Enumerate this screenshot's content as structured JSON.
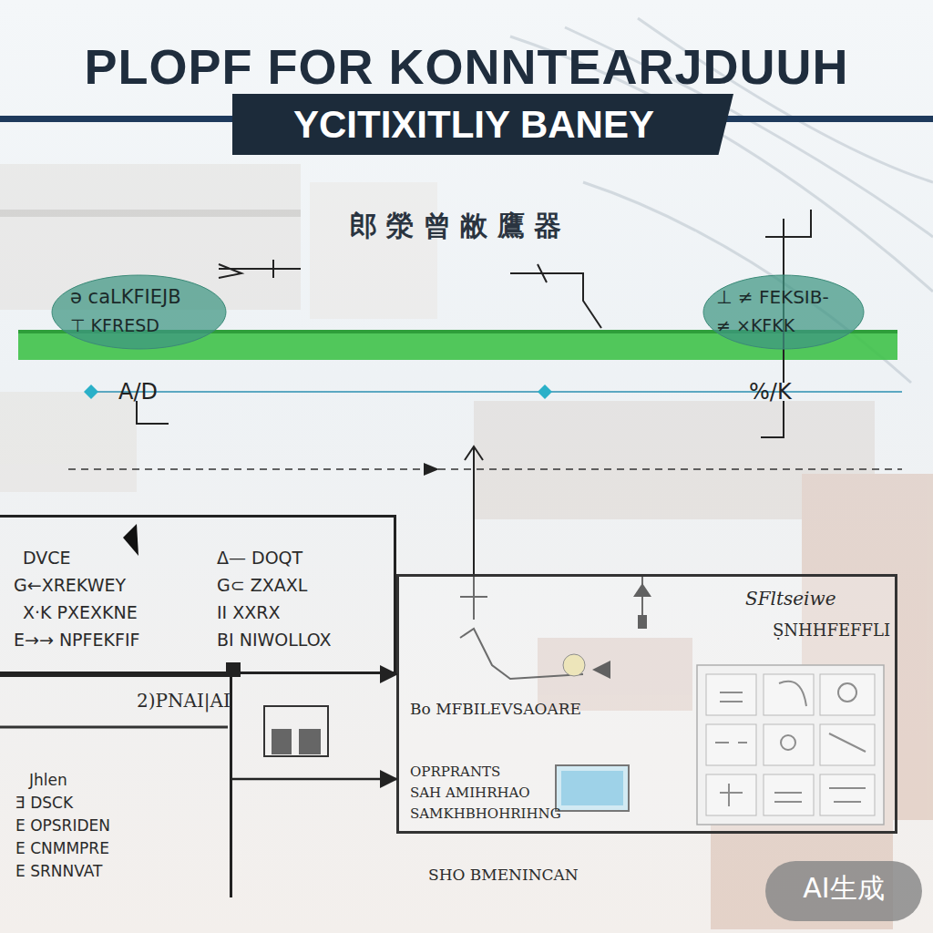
{
  "diagram": {
    "title": "PLOPF FOR KONNTEARJDUUH",
    "nodes": [
      {
        "text": [
          "YCITIXITLIY BANEY"
        ]
      },
      {
        "text": [
          "ǝ caLKFIEJB",
          "⊤ KFRESD"
        ]
      },
      {
        "text": [
          "⊥ ≠ FEKSIB-",
          "≠ ×KFKK"
        ]
      },
      {
        "text": [
          "DVCE",
          "G←XREKWEY",
          "X·K PXEXKNE",
          "E→→ NPFEKFIF",
          "Δ— DOQT",
          "G⊂ ZXAXL",
          "II XXRX",
          "BI NIWOLLOX"
        ]
      },
      {
        "text": [
          "SFltseiwe",
          "ṢNHHFEFFLI",
          "OPRPRANTS",
          "SAH AMIHRHAO",
          "SAMKHBHOHRIHNG"
        ]
      },
      {
        "text": [
          "Jhlen",
          "Ǝ DSCK",
          "E OPSRIDEN",
          "E CNMMPRE",
          "E SRNNVAT"
        ]
      }
    ],
    "edges": [
      {
        "from": 3,
        "to": 4,
        "arrow": "to"
      },
      {
        "from": 5,
        "to": 4,
        "arrow": "to"
      }
    ],
    "labels": [
      "郎 滎 曾 敝 鷹 器",
      "A/D",
      "%/K",
      "2)PNAI|AI",
      "Bo MFBILEVSAOARE",
      "SHO BMENINCAN",
      "AI生成"
    ]
  }
}
